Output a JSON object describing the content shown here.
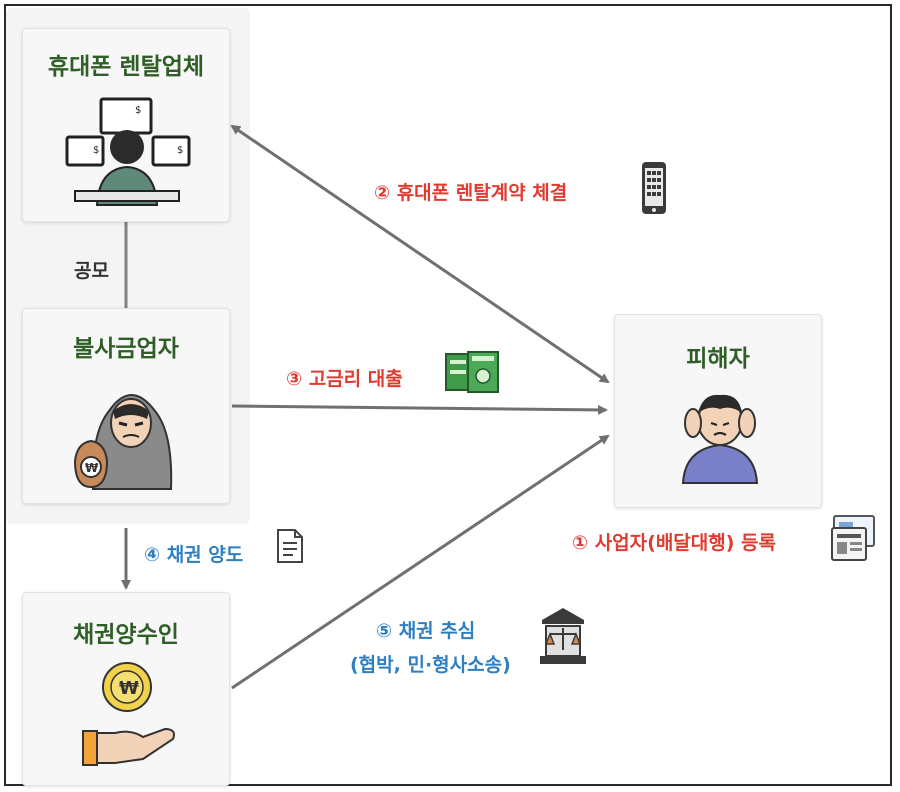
{
  "nodes": {
    "rental_company": "휴대폰 렌탈업체",
    "illegal_lender": "불사금업자",
    "victim": "피해자",
    "assignee": "채권양수인"
  },
  "links": {
    "collusion": "공모",
    "step2": "② 휴대폰  렌탈계약 체결",
    "step3": "③ 고금리 대출",
    "step1": "① 사업자(배달대행) 등록",
    "step4": "④ 채권 양도",
    "step5_line1": "⑤ 채권 추심",
    "step5_line2": "(협박, 민·형사소송)"
  },
  "colors": {
    "title_green": "#2f5e27",
    "label_red": "#e03b30",
    "label_blue": "#2f7fc0",
    "arrow_gray": "#707070"
  },
  "icons": [
    "computer-hacker-icon",
    "hooded-thief-money-bag-icon",
    "stressed-person-icon",
    "won-coin-hand-icon",
    "smartphone-icon",
    "cash-icon",
    "document-icon",
    "courthouse-icon",
    "registration-card-icon"
  ]
}
